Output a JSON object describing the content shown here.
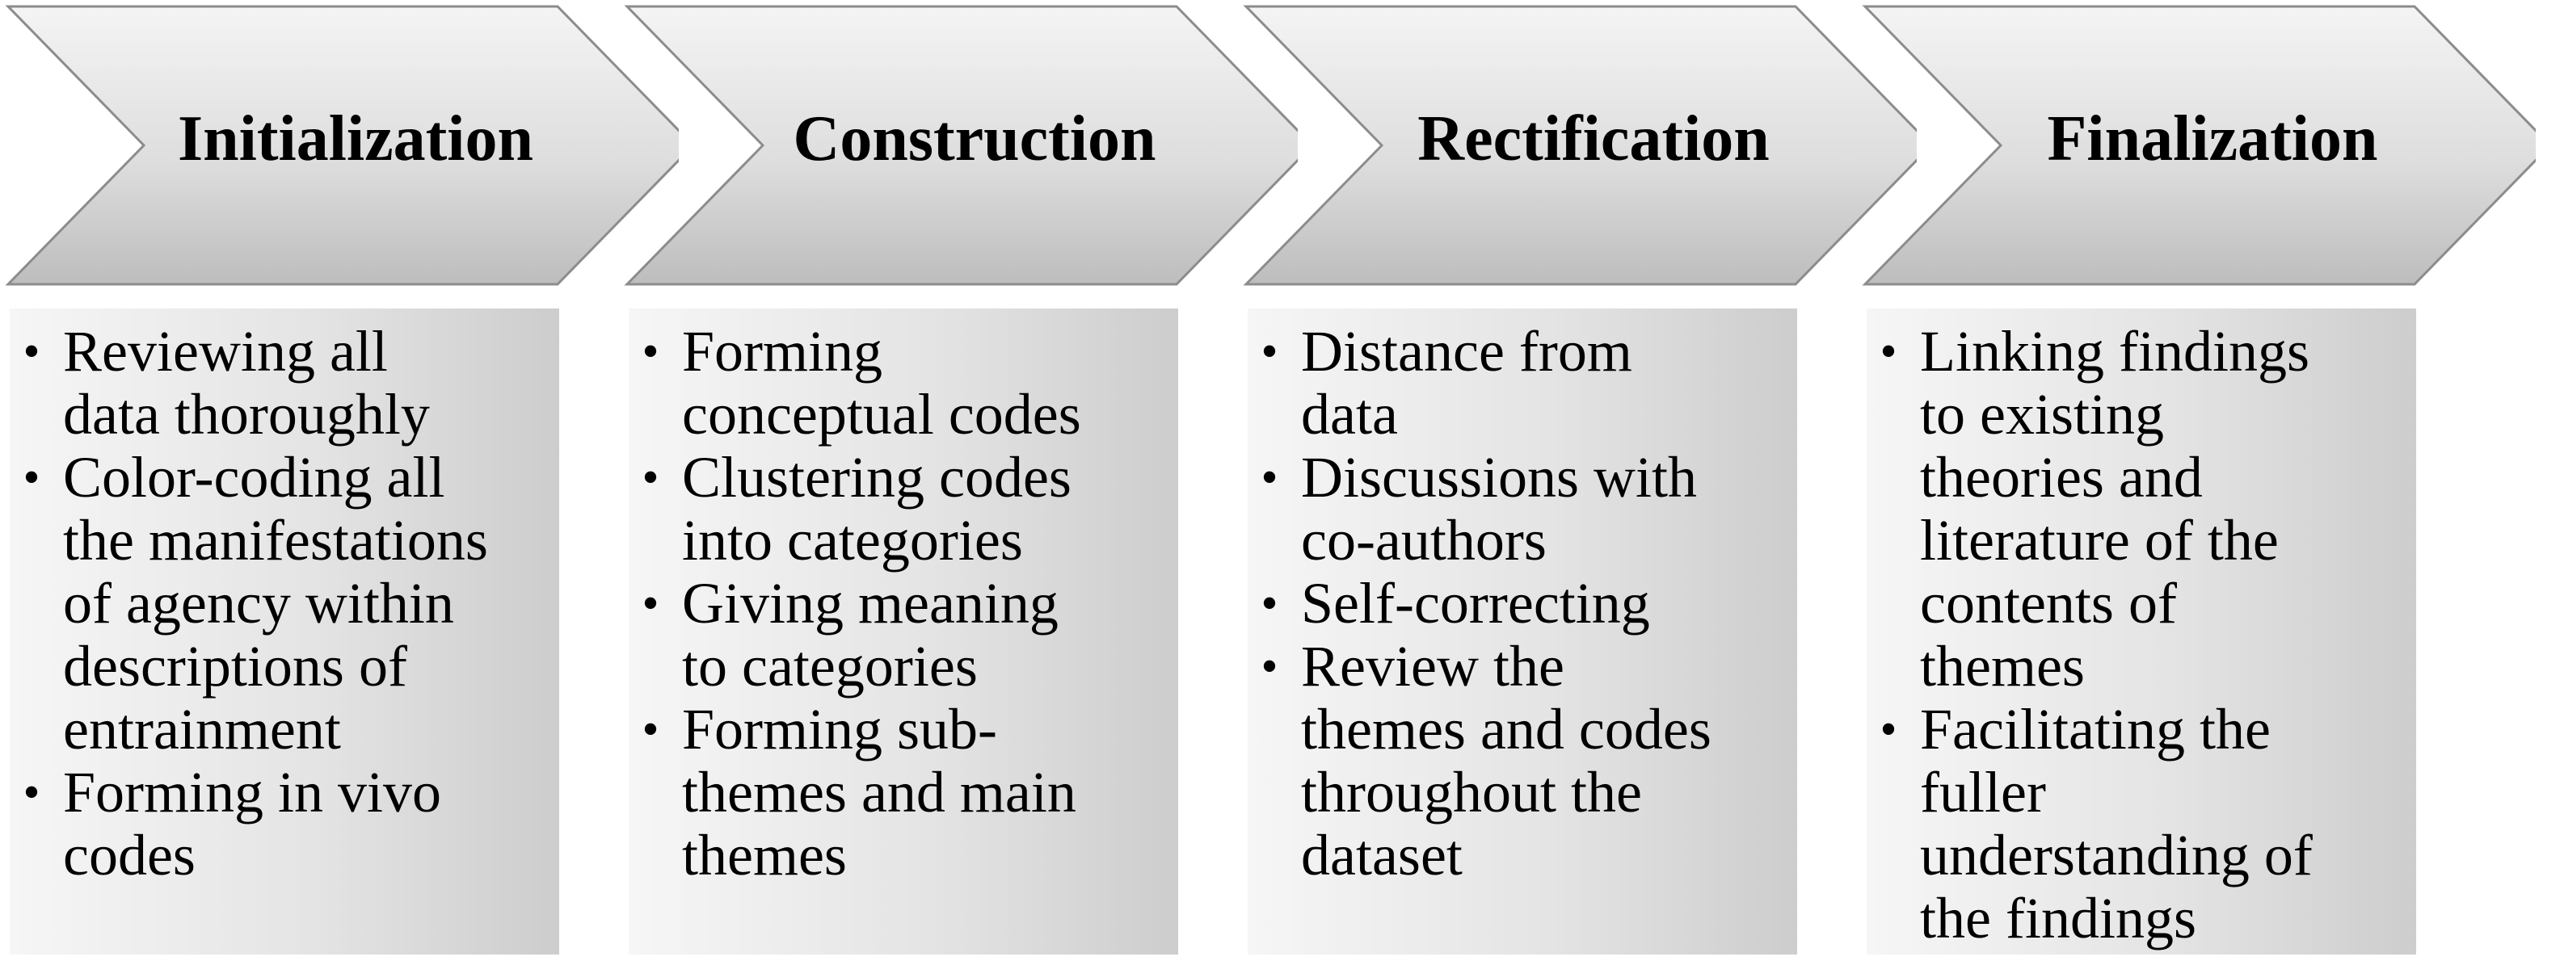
{
  "stages": [
    {
      "title": "Initialization",
      "items": [
        "Reviewing all\ndata thoroughly",
        "Color-coding all\nthe manifestations\nof agency within\ndescriptions of\nentrainment",
        "Forming in vivo\ncodes"
      ]
    },
    {
      "title": "Construction",
      "items": [
        "Forming\nconceptual codes",
        "Clustering codes\ninto categories",
        "Giving meaning\nto categories",
        "Forming sub-\nthemes and main\nthemes"
      ]
    },
    {
      "title": "Rectification",
      "items": [
        "Distance from\ndata",
        "Discussions with\nco-authors",
        "Self-correcting",
        "Review the\nthemes and codes\nthroughout the\ndataset"
      ]
    },
    {
      "title": "Finalization",
      "items": [
        "Linking findings\nto existing\ntheories and\nliterature of the\ncontents of\nthemes",
        "Facilitating the\nfuller\nunderstanding of\nthe findings"
      ]
    }
  ],
  "colors": {
    "chevron_light": "#f4f4f4",
    "chevron_dark": "#bdbdbd",
    "chevron_stroke": "#8c8c8c",
    "box_light": "#f6f6f6",
    "box_dark": "#cdcdcd"
  }
}
